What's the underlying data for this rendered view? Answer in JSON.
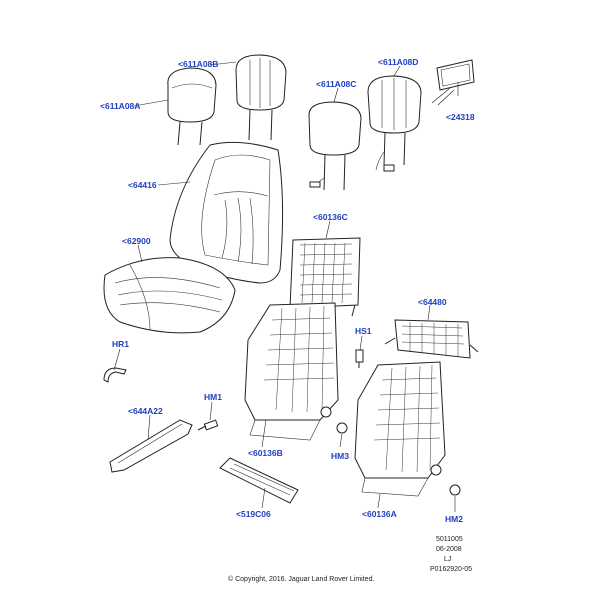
{
  "callouts": {
    "c611A08B": "<611A08B",
    "c611A08A": "<611A08A",
    "c611A08C": "<611A08C",
    "c611A08D": "<611A08D",
    "c24318": "<24318",
    "c64416": "<64416",
    "c60136C": "<60136C",
    "c62900": "<62900",
    "c64480": "<64480",
    "cHS1": "HS1",
    "cHR1": "HR1",
    "cHM1": "HM1",
    "c644A22": "<644A22",
    "c60136B": "<60136B",
    "cHM3": "HM3",
    "c519C06": "<519C06",
    "c60136A": "<60136A",
    "cHM2": "HM2"
  },
  "meta": {
    "line1": "5011005",
    "line2": "06-2008",
    "line3": "LJ",
    "line4": "P0162920-05"
  },
  "copyright": "© Copyright, 2016. Jaguar Land Rover Limited.",
  "colors": {
    "callout": "#1f3fbf",
    "line": "#222222"
  }
}
